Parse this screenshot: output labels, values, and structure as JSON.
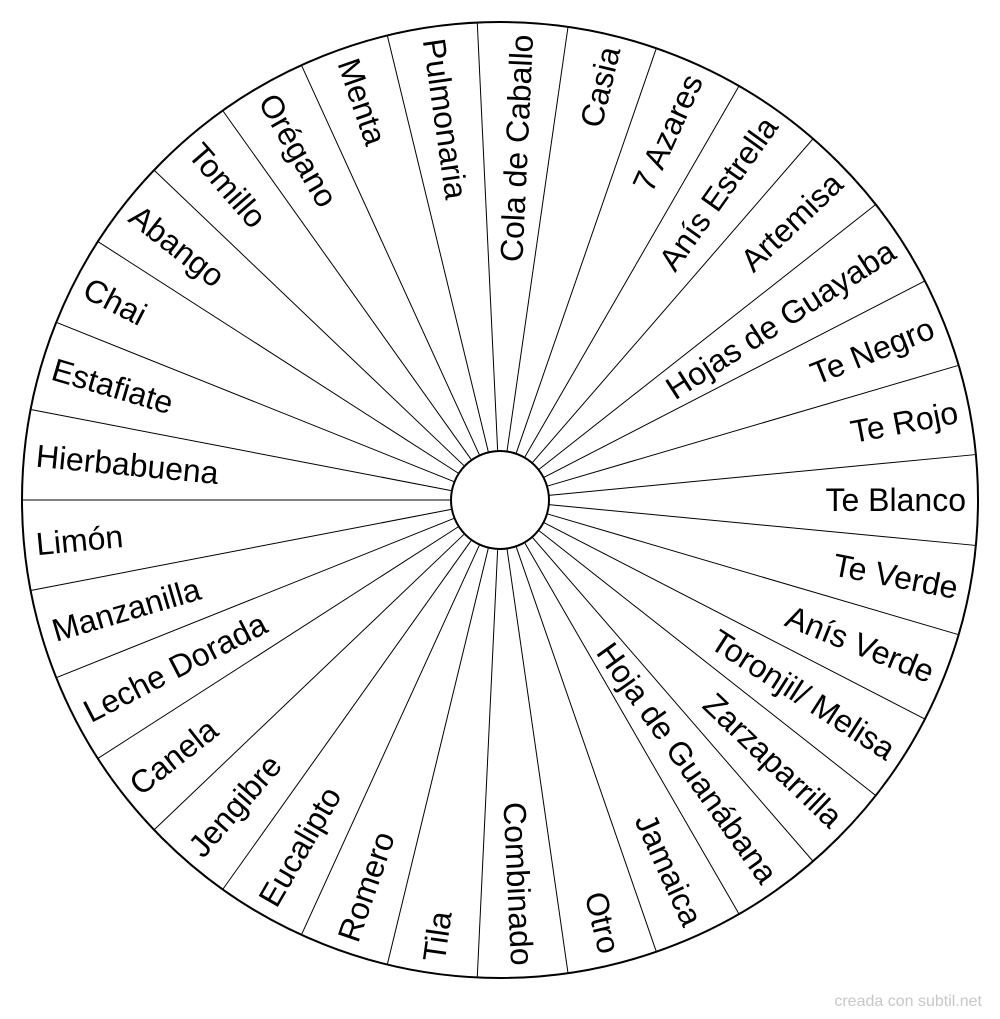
{
  "wheel": {
    "segments": [
      "Te Blanco",
      "Te Rojo",
      "Te Negro",
      "Hojas de Guayaba",
      "Artemisa",
      "Anís Estrella",
      "7 Azares",
      "Casia",
      "Cola de Caballo",
      "Pulmonaria",
      "Menta",
      "Orégano",
      "Tomillo",
      "Abango",
      "Chai",
      "Estafiate",
      "Hierbabuena",
      "Limón",
      "Manzanilla",
      "Leche Dorada",
      "Canela",
      "Jengibre",
      "Eucalipto",
      "Romero",
      "Tila",
      "Combinado",
      "Otro",
      "Jamaica",
      "Hoja de Guanábana",
      "Zarzaparrilla",
      "Toronjil/ Melisa",
      "Anís Verde",
      "Te Verde"
    ]
  },
  "footer": {
    "credit": "creada con subtil.net"
  }
}
